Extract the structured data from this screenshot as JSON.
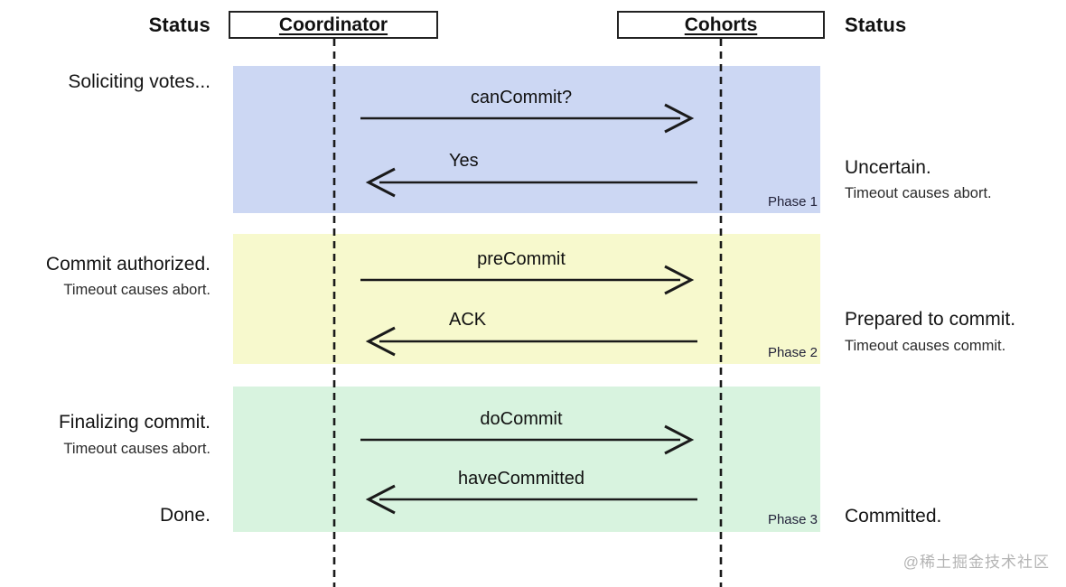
{
  "diagram": {
    "title_semantic": "Three-phase commit protocol sequence diagram",
    "left_status_header": "Status",
    "right_status_header": "Status",
    "coordinator_label": "Coordinator",
    "cohorts_label": "Cohorts",
    "watermark": "@稀土掘金技术社区",
    "colors": {
      "phase1_bg": "#ccd7f3",
      "phase2_bg": "#f7f9cd",
      "phase3_bg": "#d8f3df",
      "line": "#1a1a1a",
      "watermark": "#b4b4b4"
    },
    "phases": [
      {
        "name": "Phase 1",
        "left_status": "Soliciting votes...",
        "messages": [
          {
            "label": "canCommit?",
            "direction": "coordinator-to-cohorts"
          },
          {
            "label": "Yes",
            "direction": "cohorts-to-coordinator"
          }
        ],
        "right_status": "Uncertain.",
        "right_substatus": "Timeout causes abort."
      },
      {
        "name": "Phase 2",
        "left_status": "Commit authorized.",
        "left_substatus": "Timeout causes abort.",
        "messages": [
          {
            "label": "preCommit",
            "direction": "coordinator-to-cohorts"
          },
          {
            "label": "ACK",
            "direction": "cohorts-to-coordinator"
          }
        ],
        "right_status": "Prepared to commit.",
        "right_substatus": "Timeout causes commit."
      },
      {
        "name": "Phase 3",
        "left_status": "Finalizing commit.",
        "left_substatus": "Timeout causes abort.",
        "left_end_status": "Done.",
        "messages": [
          {
            "label": "doCommit",
            "direction": "coordinator-to-cohorts"
          },
          {
            "label": "haveCommitted",
            "direction": "cohorts-to-coordinator"
          }
        ],
        "right_end_status": "Committed."
      }
    ]
  }
}
